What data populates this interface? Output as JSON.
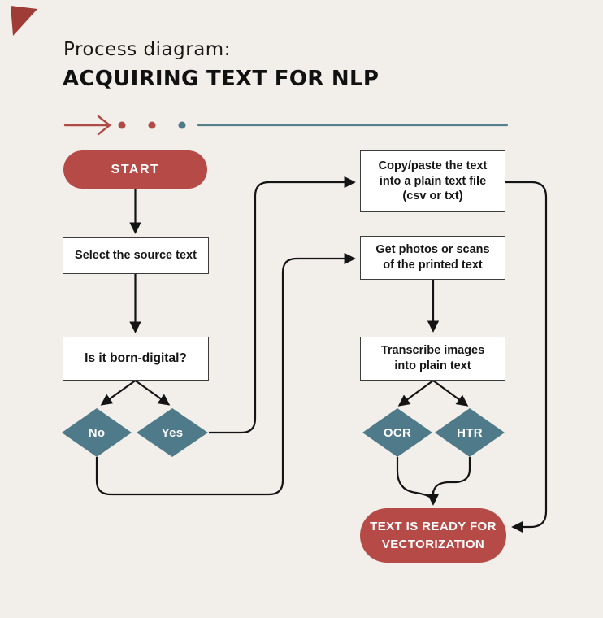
{
  "header": {
    "kicker": "Process diagram:",
    "title": "ACQUIRING TEXT FOR NLP"
  },
  "colors": {
    "background": "#F2EEE9",
    "red": "#B54A47",
    "teal": "#4E7A89",
    "line": "#141414",
    "box_border": "#3C3C3C",
    "text": "#161616",
    "title": "#1B1917"
  },
  "nodes": {
    "start": {
      "label": "START"
    },
    "select_source": {
      "label": "Select the source text"
    },
    "born_digital": {
      "label": "Is it born-digital?"
    },
    "no": {
      "label": "No"
    },
    "yes": {
      "label": "Yes"
    },
    "copy_paste": {
      "lines": [
        "Copy/paste the text",
        "into a plain text file",
        "(csv or txt)"
      ]
    },
    "get_photos": {
      "lines": [
        "Get photos or scans",
        "of the printed text"
      ]
    },
    "transcribe": {
      "lines": [
        "Transcribe images",
        "into plain text"
      ]
    },
    "ocr": {
      "label": "OCR"
    },
    "htr": {
      "label": "HTR"
    },
    "ready": {
      "lines": [
        "TEXT IS READY FOR",
        "VECTORIZATION"
      ]
    }
  }
}
